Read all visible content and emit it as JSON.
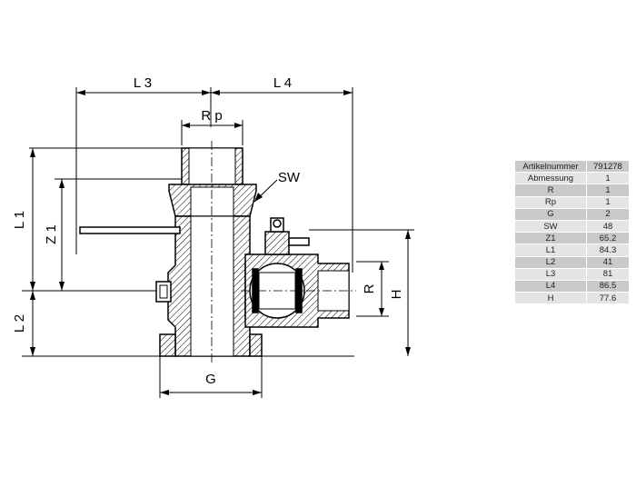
{
  "dimension_labels": {
    "L3": "L 3",
    "L4": "L 4",
    "Rp": "R p",
    "SW": "SW",
    "L1": "L 1",
    "Z1": "Z 1",
    "L2": "L 2",
    "R": "R",
    "H": "H",
    "G": "G"
  },
  "spec_table": {
    "rows": [
      {
        "key": "Artikelnummer",
        "value": "791278"
      },
      {
        "key": "Abmessung",
        "value": "1"
      },
      {
        "key": "R",
        "value": "1"
      },
      {
        "key": "Rp",
        "value": "1"
      },
      {
        "key": "G",
        "value": "2"
      },
      {
        "key": "SW",
        "value": "48"
      },
      {
        "key": "Z1",
        "value": "65.2"
      },
      {
        "key": "L1",
        "value": "84.3"
      },
      {
        "key": "L2",
        "value": "41"
      },
      {
        "key": "L3",
        "value": "81"
      },
      {
        "key": "L4",
        "value": "86.5"
      },
      {
        "key": "H",
        "value": "77.6"
      }
    ]
  }
}
